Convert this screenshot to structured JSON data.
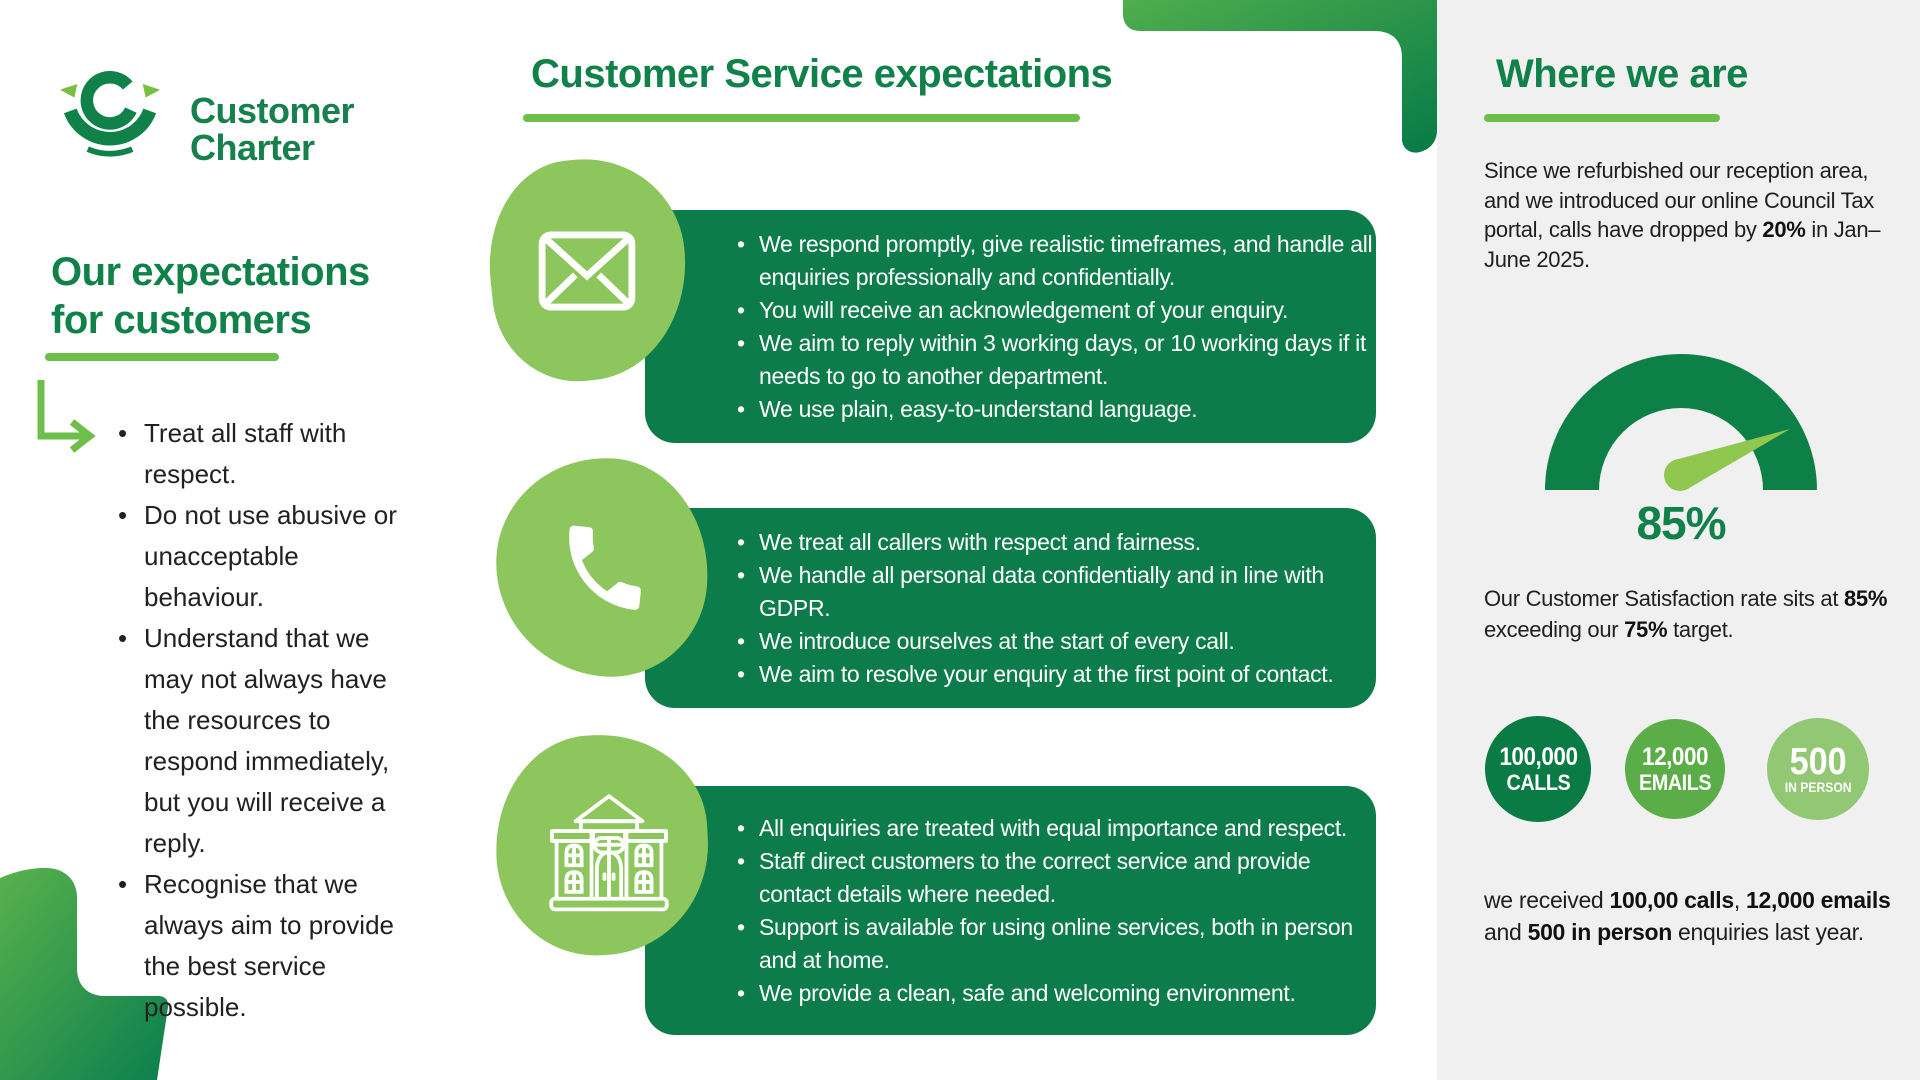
{
  "logo": {
    "line1": "Customer",
    "line2": "Charter"
  },
  "left": {
    "heading": "Our expectations\nfor customers",
    "bullets": [
      "Treat all staff with respect.",
      "Do not use abusive or unacceptable behaviour.",
      "Understand that we may not always have the resources to respond immediately, but you will receive a reply.",
      "Recognise that we always aim to provide the best service possible."
    ]
  },
  "middle": {
    "heading": "Customer Service expectations",
    "sections": [
      {
        "icon": "envelope-icon",
        "bullets": [
          "We respond promptly, give realistic timeframes, and handle all enquiries professionally and confidentially.",
          "You will receive an acknowledgement of your enquiry.",
          "We aim to reply within 3 working days, or 10 working days if it needs to go to another department.",
          "We use plain, easy-to-understand language."
        ]
      },
      {
        "icon": "phone-icon",
        "bullets": [
          "We treat all callers with respect and fairness.",
          "We handle all personal data confidentially and in line with GDPR.",
          "We introduce ourselves at the start of every call.",
          "We aim to resolve your enquiry at the first point of contact."
        ]
      },
      {
        "icon": "building-icon",
        "bullets": [
          "All enquiries are treated with equal importance and respect.",
          "Staff direct customers to the correct service and provide contact details where needed.",
          "Support is available for using online services, both in person and at home.",
          "We provide a clean, safe and welcoming environment."
        ]
      }
    ]
  },
  "right": {
    "heading": "Where we are",
    "intro": {
      "t1": "Since we refurbished our reception area, and we introduced our online Council Tax portal, calls have dropped by ",
      "b1": "20%",
      "t2": " in Jan–June 2025."
    },
    "gauge": {
      "value": "85%"
    },
    "satisfaction": {
      "t1": "Our Customer Satisfaction rate sits at ",
      "b1": "85%",
      "t2": " exceeding our ",
      "b2": "75%",
      "t3": " target."
    },
    "stats": [
      {
        "value": "100,000",
        "label": "CALLS"
      },
      {
        "value": "12,000",
        "label": "EMAILS"
      },
      {
        "value": "500",
        "label": "IN PERSON"
      }
    ],
    "summary": {
      "t1": "we received ",
      "b1": "100,00 calls",
      "t2": ", ",
      "b2": "12,000 emails",
      "t3": " and ",
      "b3": "500 in person",
      "t4": " enquiries last year."
    }
  },
  "colors": {
    "dark_green": "#0F8149",
    "box_green": "#0D7C4B",
    "light_green_accent": "#6CBF4B",
    "blob_green": "#8CC65C",
    "needle_green": "#8FC74F",
    "stat_circle_dark": "#0B7B45",
    "stat_circle_mid": "#5BAE47",
    "stat_circle_light": "#92C873",
    "panel_gray": "#F0F0F0",
    "text_dark": "#212121"
  }
}
